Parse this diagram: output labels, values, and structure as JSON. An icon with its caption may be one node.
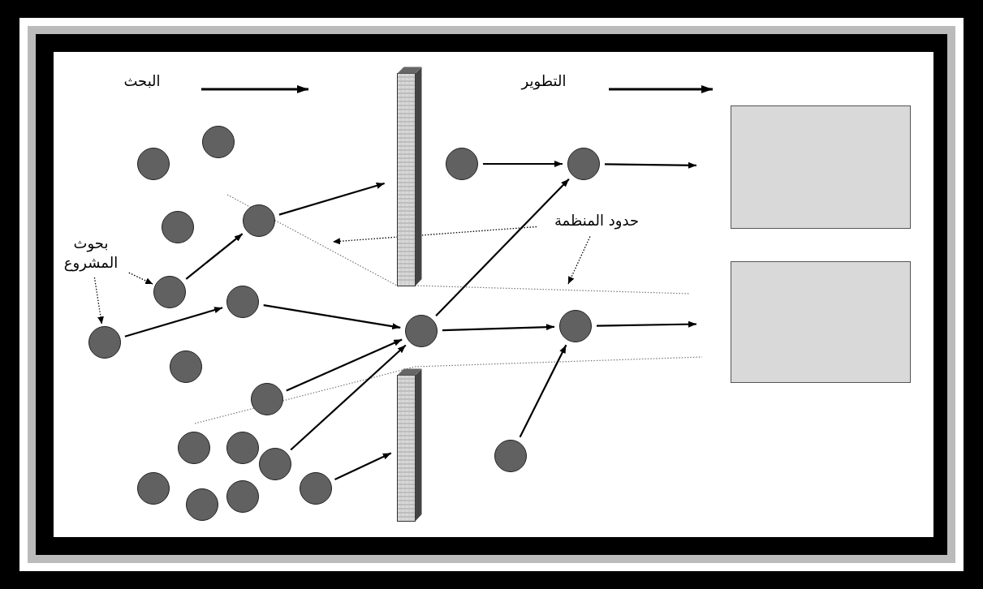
{
  "diagram": {
    "nodes": [
      {
        "text": [],
        "shape": "circle"
      },
      {
        "text": [],
        "shape": "circle"
      },
      {
        "text": [],
        "shape": "circle"
      },
      {
        "text": [],
        "shape": "circle"
      },
      {
        "text": [],
        "shape": "circle"
      },
      {
        "text": [],
        "shape": "circle"
      },
      {
        "text": [],
        "shape": "circle"
      },
      {
        "text": [],
        "shape": "circle"
      },
      {
        "text": [],
        "shape": "circle"
      },
      {
        "text": [],
        "shape": "circle"
      },
      {
        "text": [],
        "shape": "circle"
      },
      {
        "text": [],
        "shape": "circle"
      },
      {
        "text": [],
        "shape": "circle"
      },
      {
        "text": [],
        "shape": "circle"
      },
      {
        "text": [],
        "shape": "circle"
      },
      {
        "text": [],
        "shape": "circle"
      },
      {
        "text": [],
        "shape": "circle"
      },
      {
        "text": [],
        "shape": "circle"
      },
      {
        "text": [],
        "shape": "circle"
      },
      {
        "text": [],
        "shape": "circle"
      },
      {
        "text": [],
        "shape": "circle"
      },
      {
        "text": [],
        "shape": "box"
      },
      {
        "text": [],
        "shape": "box"
      },
      {
        "text": [],
        "shape": "bar"
      },
      {
        "text": [],
        "shape": "bar"
      },
      {
        "text": [
          "بحوث المشروع"
        ]
      },
      {
        "text": [
          "حدود المنظمة"
        ]
      }
    ],
    "edges": [
      {
        "from": 4,
        "to": 3,
        "arrow": "to"
      },
      {
        "from": 6,
        "to": 5,
        "arrow": "to"
      },
      {
        "from": 3,
        "to": 23,
        "arrow": "to"
      },
      {
        "from": 5,
        "to": 8,
        "arrow": "to"
      },
      {
        "from": 12,
        "to": 8,
        "arrow": "to"
      },
      {
        "from": 15,
        "to": 8,
        "arrow": "to"
      },
      {
        "from": 19,
        "to": 24,
        "arrow": "to"
      },
      {
        "from": 8,
        "to": 10,
        "arrow": "to"
      },
      {
        "from": 9,
        "to": 10,
        "arrow": "to"
      },
      {
        "from": 10,
        "to": 21,
        "arrow": "to"
      },
      {
        "from": 8,
        "to": 11,
        "arrow": "to"
      },
      {
        "from": 11,
        "to": 22,
        "arrow": "to"
      },
      {
        "from": 20,
        "to": 11,
        "arrow": "to"
      },
      {
        "from": 25,
        "to": 4,
        "arrow": "to",
        "style": "dashed"
      },
      {
        "from": 25,
        "to": 6,
        "arrow": "to",
        "style": "dashed"
      },
      {
        "from": 26,
        "to": null,
        "arrow": "to",
        "style": "dashed"
      },
      {
        "from": 26,
        "to": null,
        "arrow": "to",
        "style": "dashed"
      }
    ],
    "labels": [
      "البحث",
      "التطوير"
    ]
  }
}
